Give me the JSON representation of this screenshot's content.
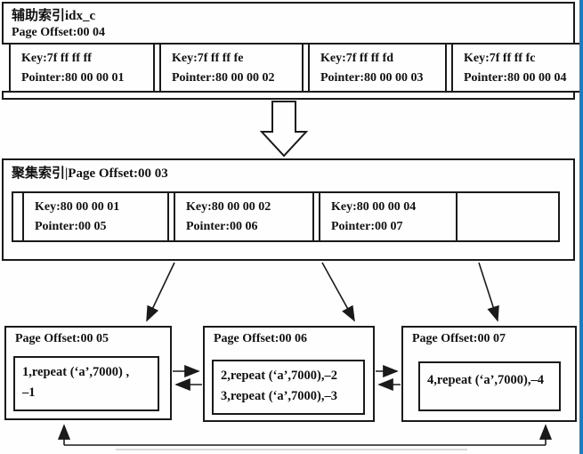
{
  "colors": {
    "line": "#1a1a1a",
    "frame_blue": "#1b7ec2"
  },
  "secondary_index": {
    "title": "辅助索引idx_c",
    "subtitle": "Page Offset:00 04",
    "cells": [
      {
        "key": "Key:7f ff ff ff",
        "pointer": "Pointer:80 00 00 01"
      },
      {
        "key": "Key:7f ff ff fe",
        "pointer": "Pointer:80 00 00 02"
      },
      {
        "key": "Key:7f ff ff fd",
        "pointer": "Pointer:80 00 00 03"
      },
      {
        "key": "Key:7f ff ff fc",
        "pointer": "Pointer:80 00 00 04"
      }
    ]
  },
  "clustered_index": {
    "title": "聚集索引|Page Offset:00 03",
    "cells": [
      {
        "key": "Key:80 00 00 01",
        "pointer": "Pointer:00 05"
      },
      {
        "key": "Key:80 00 00 02",
        "pointer": "Pointer:00 06"
      },
      {
        "key": "Key:80 00 00 04",
        "pointer": "Pointer:00 07"
      },
      {
        "key": "",
        "pointer": ""
      }
    ]
  },
  "data_pages": [
    {
      "title": "Page Offset:00 05",
      "line1": "1,repeat (‘a’,7000) ,",
      "line2": "–1"
    },
    {
      "title": "Page Offset:00 06",
      "line1": "2,repeat (‘a’,7000),–2",
      "line2": "3,repeat (‘a’,7000),–3"
    },
    {
      "title": "Page Offset:00 07",
      "line1": "4,repeat (‘a’,7000),–4",
      "line2": ""
    }
  ]
}
